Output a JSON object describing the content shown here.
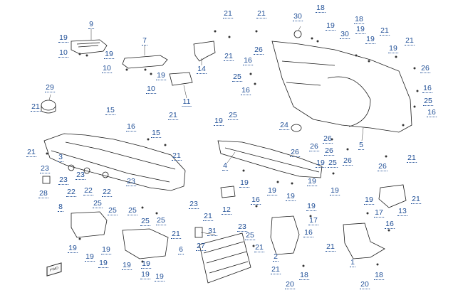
{
  "diagram": {
    "callouts": [
      "1",
      "2",
      "3",
      "4",
      "5",
      "6",
      "7",
      "8",
      "9",
      "10",
      "11",
      "12",
      "13",
      "14",
      "15",
      "16",
      "17",
      "18",
      "19",
      "20",
      "21",
      "22",
      "23",
      "24",
      "25",
      "26",
      "27",
      "28",
      "29",
      "30",
      "31"
    ]
  },
  "badge": {
    "fwd_text": "FWD"
  }
}
